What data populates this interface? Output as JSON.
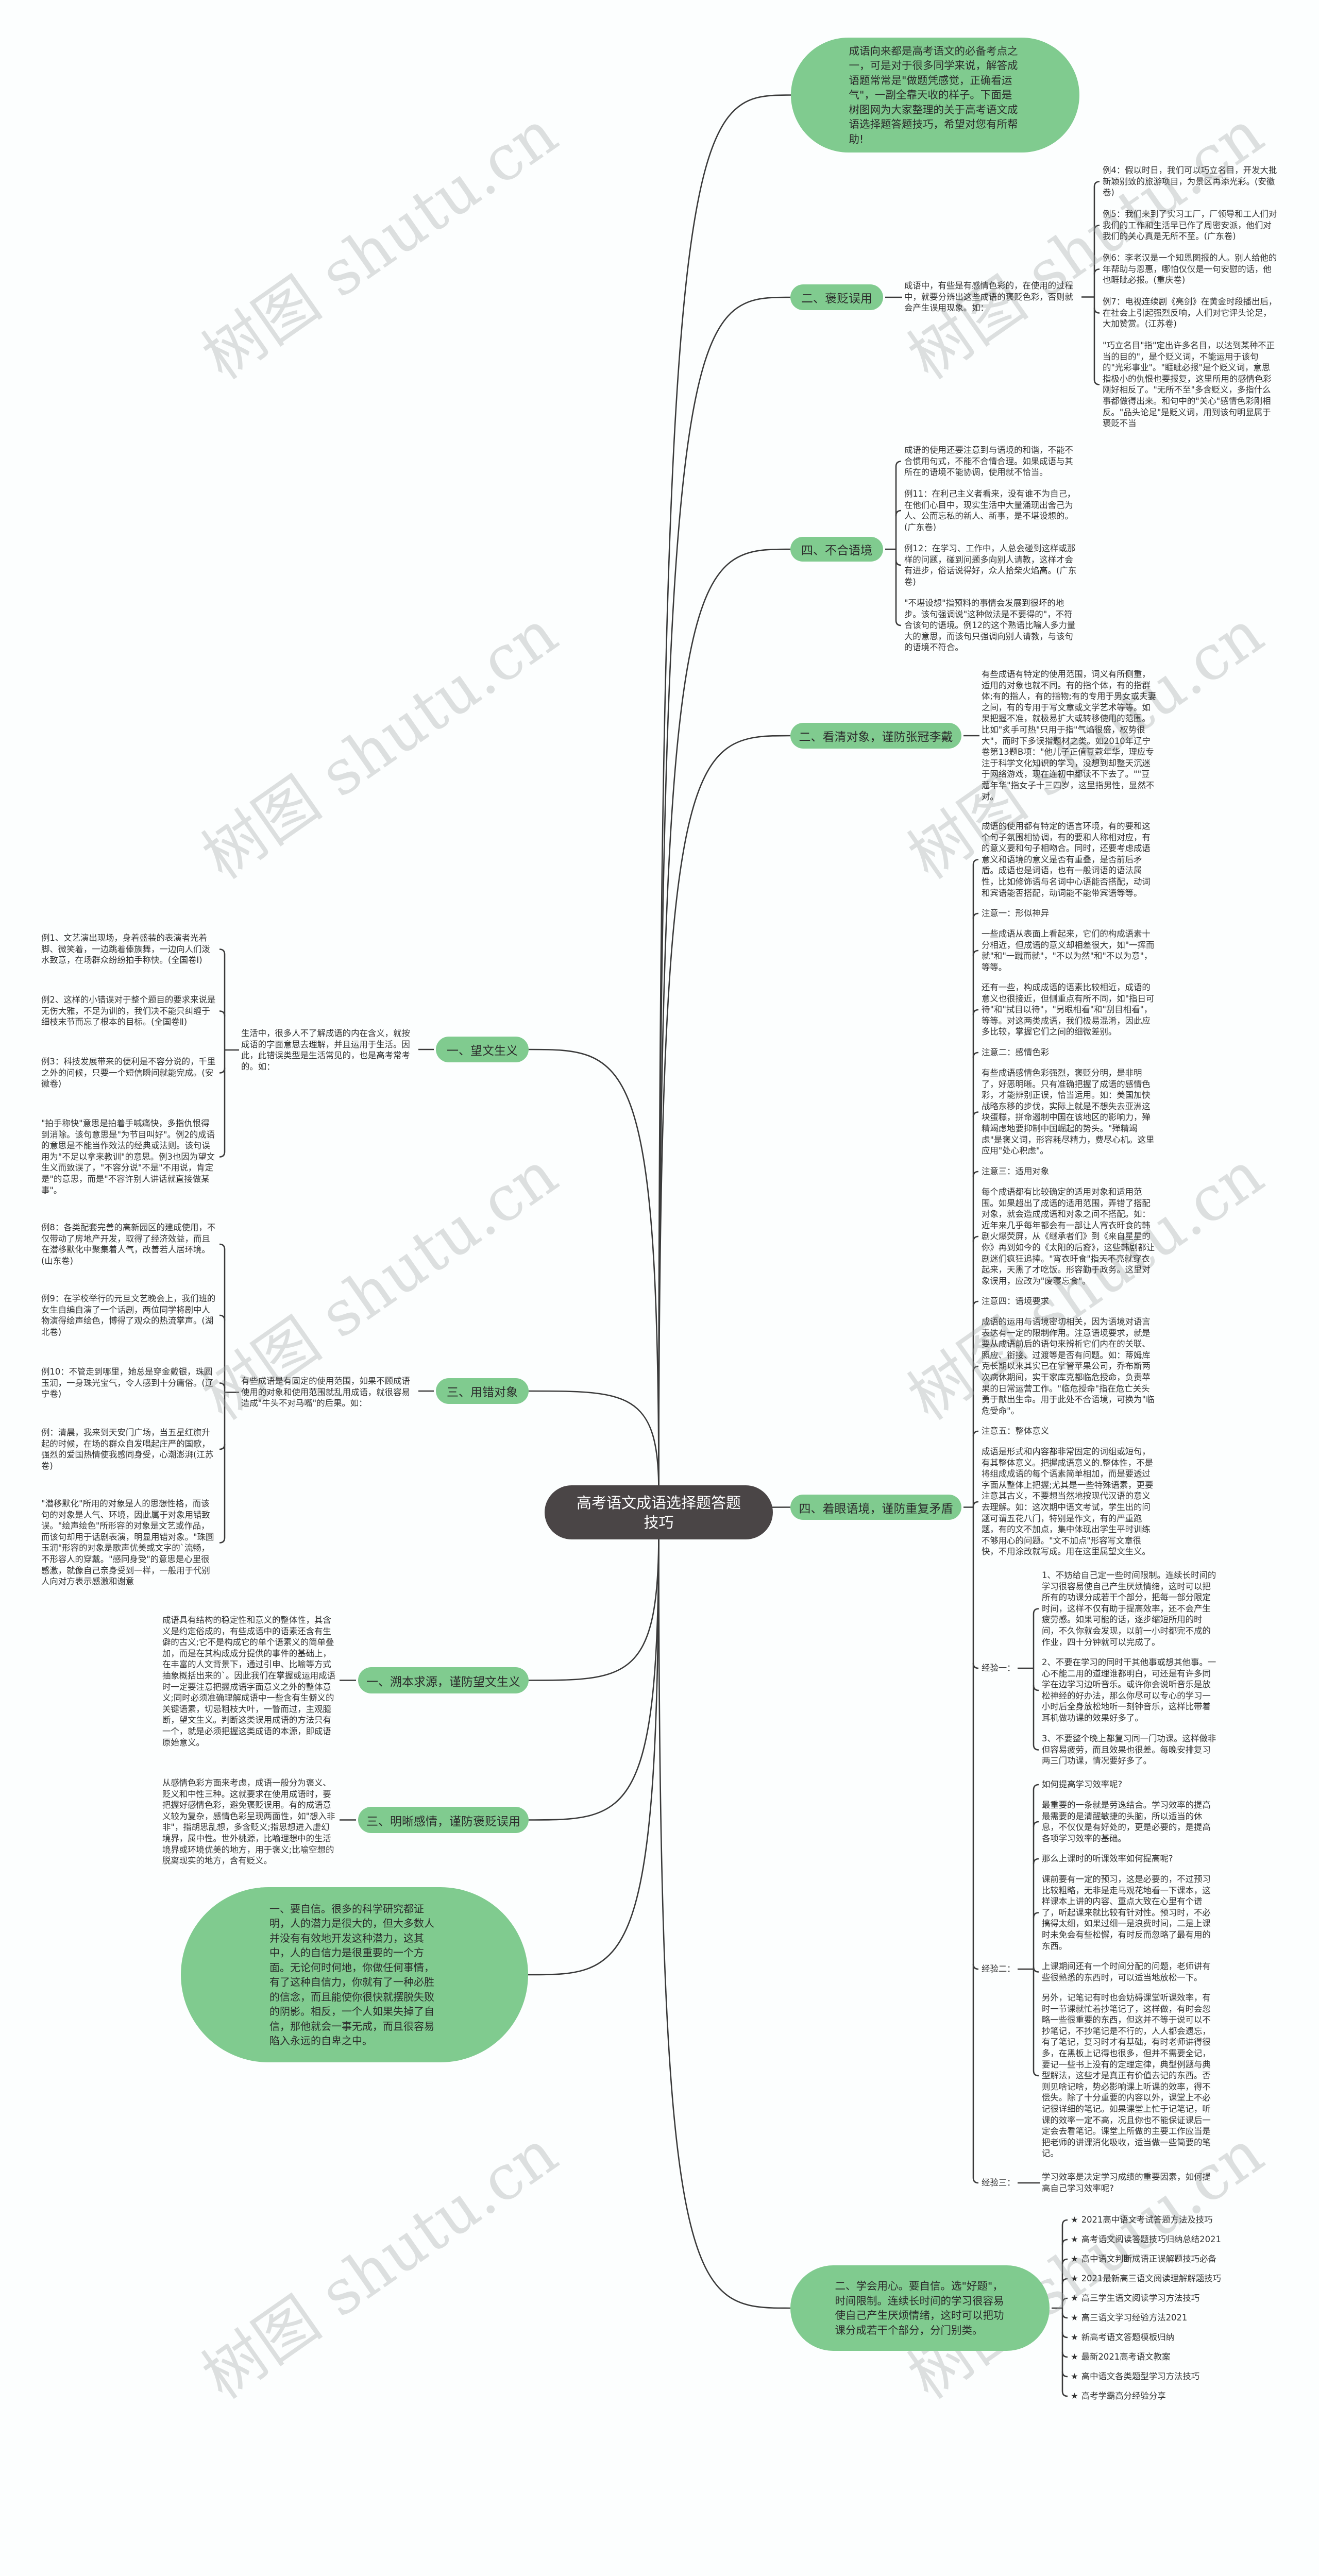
{
  "center": "高考语文成语选择题答题技巧",
  "watermark": "树图 shutu.cn",
  "intro": "成语向来都是高考语文的必备考点之一，可是对于很多同学来说，解答成语题常常是\"做题凭感觉，正确看运气\"，一副全靠天收的样子。下面是树图网为大家整理的关于高考语文成语选择题答题技巧，希望对您有所帮助!",
  "baobian": {
    "label": "二、褒贬误用",
    "desc": "成语中，有些是有感情色彩的，在使用的过程中，就要分辨出这些成语的褒贬色彩，否则就会产生误用现象。如：",
    "items": [
      "例4：假以时日，我们可以巧立名目，开发大批新颖别致的旅游项目，为景区再添光彩。(安徽卷)",
      "例5：我们来到了实习工厂，厂领导和工人们对我们的工作和生活早已作了周密安派，他们对我们的关心真是无所不至。(广东卷)",
      "例6：李老汉是一个知恩图报的人。别人给他的年帮助与恩惠，哪怕仅仅是一句安慰的话，他也睚眦必报。(重庆卷)",
      "例7：电视连续剧《亮剑》在黄金时段播出后，在社会上引起强烈反响，人们对它评头论足，大加赞赏。(江苏卷)",
      "\"巧立名目\"指\"定出许多名目，以达到某种不正当的目的\"，是个贬义词，不能运用于该句的\"光彩事业\"。\"睚眦必报\"是个贬义词，意思指极小的仇恨也要报复，这里所用的感情色彩刚好相反了。\"无所不至\"多含贬义，多指什么事都做得出来。和句中的\"关心\"感情色彩刚相反。\"品头论足\"是贬义词，用到该句明显属于褒贬不当"
    ]
  },
  "buhe": {
    "label": "四、不合语境",
    "items": [
      "成语的使用还要注意到与语境的和谐，不能不合惯用句式，不能不合情合理。如果成语与其所在的语境不能协调，使用就不恰当。",
      "例11：在利己主义者看来，没有谁不为自己，在他们心目中，现实生活中大量涌现出舍己为人、公而忘私的新人、新事，是不堪设想的。(广东卷)",
      "例12：在学习、工作中，人总会碰到这样或那样的问题，碰到问题多向别人请教，这样才会有进步，俗话说得好，众人拾柴火焰高。(广东卷)",
      "\"不堪设想\"指预料的事情会发展到很坏的地步。该句强调说\"这种做法是不要得的\"，不符合该句的语境。例12的这个熟语比喻人多力量大的意思，而该句只强调向别人请教，与该句的语境不符合。"
    ]
  },
  "kanqing": {
    "label": "二、看清对象，谨防张冠李戴",
    "desc": "有些成语有特定的使用范围，词义有所侧重，适用的对象也就不同。有的指个体，有的指群体;有的指人，有的指物;有的专用于男女或夫妻之间，有的专用于写文章或文学艺术等等。如果把握不准，就极易扩大或转移使用的范围。比如\"炙手可热\"只用于指\"气焰很盛，权势很大\"，而时下多误指题材之类。如2010年辽宁卷第13题B项：\"他儿子正值豆蔻年华，理应专注于科学文化知识的学习，没想到却整天沉迷于网络游戏，现在连初中都读不下去了。\"\"豆蔻年华\"指女子十三四岁，这里指男性，显然不对。"
  },
  "zhuoyan": {
    "label": "四、着眼语境，谨防重复矛盾",
    "items": [
      "成语的使用都有特定的语言环境，有的要和这个句子氛围相协调，有的要和人称相对应，有的意义要和句子相吻合。同时，还要考虑成语意义和语境的意义是否有重叠，是否前后矛盾。成语也是词语，也有一般词语的语法属性，比如修饰语与名词中心语能否搭配，动词和宾语能否搭配，动词能不能带宾语等等。",
      "注意一：形似神异",
      "一些成语从表面上看起来，它们的构成语素十分相近，但成语的意义却相差很大，如\"一挥而就\"和\"一蹴而就\"，\"不以为然\"和\"不以为意\"，等等。",
      "还有一些，构成成语的语素比较相近，成语的意义也很接近，但侧重点有所不同，如\"指日可待\"和\"拭目以待\"，\"另眼相看\"和\"刮目相看\"，等等。对这两类成语，我们极易混淆，因此应多比较，掌握它们之间的细微差别。",
      "注意二：感情色彩",
      "有些成语感情色彩强烈，褒贬分明，是非明了，好恶明晰。只有准确把握了成语的感情色彩，才能辨别正误，恰当运用。如：美国加快战略东移的步伐，实际上就是不想失去亚洲这块蛋糕，拼命遏制中国在该地区的影响力，殚精竭虑地要抑制中国崛起的势头。\"殚精竭虑\"是褒义词，形容耗尽精力，费尽心机。这里应用\"处心积虑\"。",
      "注意三：适用对象",
      "每个成语都有比较确定的适用对象和适用范围。如果超出了成语的适用范围，弄错了搭配对象，就会造成成语和对象之间不搭配。如：近年来几乎每年都会有一部让人宵衣旰食的韩剧火爆荧屏，从《继承者们》到《来自星星的你》再到如今的《太阳的后裔》，这些韩剧都让剧迷们疯狂追捧。\"宵衣旰食\"指天不亮就穿衣起来，天黑了才吃饭。形容勤于政务。这里对象误用，应改为\"废寝忘食\"。",
      "注意四：语境要求",
      "成语的运用与语境密切相关，因为语境对语言表达有一定的限制作用。注意语境要求，就是要从成语前后的语句来辨析它们内在的关联、照应、衔接、过渡等是否有问题。如：蒂姆库克长期以来其实已在掌管苹果公司，乔布斯两次病休期间，实干家库克都临危授命，负责苹果的日常运营工作。\"临危授命\"指在危亡关头勇于献出生命。用于此处不合语境，可换为\"临危受命\"。",
      "注意五：整体意义",
      "成语是形式和内容都非常固定的词组或短句，有其整体意义。把握成语意义的.整体性，不是将组成成语的每个语素简单相加，而是要透过字面从整体上把握;尤其是一些特殊语素，更要注意其古义，不要想当然地按现代汉语的意义去理解。如：这次期中语文考试，学生出的问题可谓五花八门，特别是作文，有的严重跑题，有的文不加点，集中体现出学生平时训练不够用心的问题。\"文不加点\"形容写文章很快，不用涂改就写成。用在这里属望文生义。"
    ],
    "exp1": {
      "label": "经验一：",
      "items": [
        "1、不妨给自己定一些时间限制。连续长时间的学习很容易使自己产生厌烦情绪，这时可以把所有的功课分成若干个部分，把每一部分限定时间，这样不仅有助于提高效率，还不会产生疲劳感。如果可能的话，逐步缩短所用的时间，不久你就会发现，以前一小时都完不成的作业，四十分钟就可以完成了。",
        "2、不要在学习的同时干其他事或想其他事。一心不能二用的道理谁都明白，可还是有许多同学在边学习边听音乐。或许你会说听音乐是放松神经的好办法，那么你尽可以专心的学习一小时后全身放松地听一刻钟音乐，这样比带着耳机做功课的效果好多了。",
        "3、不要整个晚上都复习同一门功课。这样做非但容易疲劳，而且效果也很差。每晚安排复习两三门功课，情况要好多了。"
      ]
    },
    "exp2": {
      "label": "经验二：",
      "items": [
        "如何提高学习效率呢?",
        "最重要的一条就是劳逸结合。学习效率的提高最需要的是清醒敏捷的头脑，所以适当的休息，不仅仅是有好处的，更是必要的，是提高各项学习效率的基础。",
        "那么上课时的听课效率如何提高呢?",
        "课前要有一定的预习，这是必要的，不过预习比较粗略，无非是走马观花地看一下课本，这样课本上讲的内容、重点大致在心里有个谱了，听起课来就比较有针对性。预习时，不必搞得太细，如果过细一是浪费时间，二是上课时未免会有些松懈，有时反而忽略了最有用的东西。",
        "上课期间还有一个时间分配的问题，老师讲有些很熟悉的东西时，可以适当地放松一下。",
        "另外，记笔记有时也会妨碍课堂听课效率，有时一节课就忙着抄笔记了，这样做，有时会忽略一些很重要的东西，但这并不等于说可以不抄笔记，不抄笔记是不行的，人人都会遗忘，有了笔记，复习时才有基础，有时老师讲得很多，在黑板上记得也很多，但并不需要全记，要记一些书上没有的定理定律，典型例题与典型解法，这些才是真正有价值去记的东西。否则见啥记啥，势必影响课上听课的效率，得不偿失。除了十分重要的内容以外，课堂上不必记很详细的笔记。如果课堂上忙于记笔记，听课的效率一定不高，况且你也不能保证课后一定会去看笔记。课堂上所做的主要工作应当是把老师的讲课消化吸收，适当做一些简要的笔记。"
      ]
    },
    "exp3": {
      "label": "经验三：",
      "items": [
        "学习效率是决定学习成绩的重要因素，如何提高自己学习效率呢?"
      ]
    }
  },
  "xuehui": {
    "text": "二、学会用心。要自信。选\"好题\"，时间限制。连续长时间的学习很容易使自己产生厌烦情绪，这时可以把功课分成若干个部分，分门别类。",
    "star": "★",
    "links": [
      "2021高中语文考试答题方法及技巧",
      "高考语文阅读答题技巧归纳总结2021",
      "高中语文判断成语正误解题技巧必备",
      "2021最新高三语文阅读理解解题技巧",
      "高三学生语文阅读学习方法技巧",
      "高三语文学习经验方法2021",
      "新高考语文答题模板归纳",
      "最新2021高考语文教案",
      "高中语文各类题型学习方法技巧",
      "高考学霸高分经验分享"
    ]
  },
  "wangwen": {
    "label": "一、望文生义",
    "desc": "生活中，很多人不了解成语的内在含义，就按成语的字面意思去理解，并且运用于生活。因此，此错误类型是生活常见的，也是高考常考的。如：",
    "items": [
      "例1、文艺演出现场，身着盛装的表演者光着脚、微笑着，一边跳着傣族舞，一边向人们泼水致意，在场群众纷纷拍手称快。(全国卷Ⅰ)",
      "例2、这样的小错误对于整个题目的要求来说是无伤大雅，不足为训的，我们决不能只纠缠于细枝末节而忘了根本的目标。(全国卷Ⅱ)",
      "例3：科技发展带来的便利是不容分说的，千里之外的问候，只要一个短信瞬间就能完成。(安徽卷)",
      "\"拍手称快\"意思是拍着手喊痛快，多指仇恨得到消除。该句意思是\"为节目叫好\"。例2的成语的意思是不能当作效法的经典或法则。该句误用为\"不足以拿来教训\"的意思。例3也因为望文生义而致误了，\"不容分说\"不是\"不用说，肯定是\"的意思，而是\"不容许别人讲话就直接做某事\"。"
    ]
  },
  "yongcuo": {
    "label": "三、用错对象",
    "desc": "有些成语是有固定的使用范围，如果不顾成语使用的对象和使用范围就乱用成语，就很容易造成\"牛头不对马嘴\"的后果。如：",
    "items": [
      "例8：各类配套完善的高新园区的建成使用，不仅带动了房地产开发，取得了经济效益，而且在潜移默化中聚集着人气，改善若人居环境。(山东卷)",
      "例9：在学校举行的元旦文艺晚会上，我们班的女生自编自演了一个话剧，两位同学将剧中人物演得绘声绘色，博得了观众的热流掌声。(湖北卷)",
      "例10：不管走到哪里，她总是穿金戴银，珠圆玉润，一身珠光宝气，令人感到十分庸俗。(辽宁卷)",
      "例：清晨，我来到天安门广场，当五星红旗升起的时候，在场的群众自发唱起庄严的国歌，强烈的爱国热情使我感同身受，心潮澎湃(江苏卷)",
      "\"潜移默化\"所用的对象是人的思想性格，而该句的对象是人气、环境，因此属于对象用错致误。\"绘声绘色\"所形容的对象是文艺或作品，而该句却用于话剧表演，明显用错对象。\"珠圆玉润\"形容的对象是歌声优美或文字的`流畅，不形容人的穿戴。\"感同身受\"的意思是心里很感激，就像自己亲身受到一样，一般用于代别人向对方表示感激和谢意"
    ]
  },
  "suben": {
    "label": "一、溯本求源，谨防望文生义",
    "desc": "成语具有结构的稳定性和意义的整体性，其含义是约定俗成的，有些成语中的语素还含有生僻的古义;它不是构成它的单个语素义的简单叠加，而是在其构成成分提供的事件的基础上，在丰富的人文背景下，通过引申、比喻等方式抽象概括出来的`。因此我们在掌握或运用成语时一定要注意把握成语字面意义之外的整体意义;同时必须准确理解成语中一些含有生僻义的关键语素，切忌粗枝大叶，一瞥而过，主观臆断，望文生义。判断这类误用成语的方法只有一个，就是必须把握这类成语的本源，即成语原始意义。"
  },
  "mingxi": {
    "label": "三、明晰感情，谨防褒贬误用",
    "desc": "从感情色彩方面来考虑，成语一般分为褒义、贬义和中性三种。这就要求在使用成语时，要把握好感情色彩，避免褒贬误用。有的成语意义较为复杂，感情色彩呈现两面性，如\"想入非非\"，指胡思乱想，多含贬义;指思想进入虚幻境界，属中性。世外桃源，比喻理想中的生活境界或环境优美的地方，用于褒义;比喻空想的脱离现实的地方，含有贬义。"
  },
  "zixin": {
    "text": "一、要自信。很多的科学研究都证明，人的潜力是很大的，但大多数人并没有有效地开发这种潜力，这其中，人的自信力是很重要的一个方面。无论何时何地，你做任何事情，有了这种自信力，你就有了一种必胜的信念，而且能使你很快就摆脱失败的阴影。相反，一个人如果失掉了自信，那他就会一事无成，而且很容易陷入永远的自卑之中。"
  },
  "colors": {
    "node": "#80cb8f",
    "center": "#4a4546",
    "line": "#3a3a3a"
  }
}
